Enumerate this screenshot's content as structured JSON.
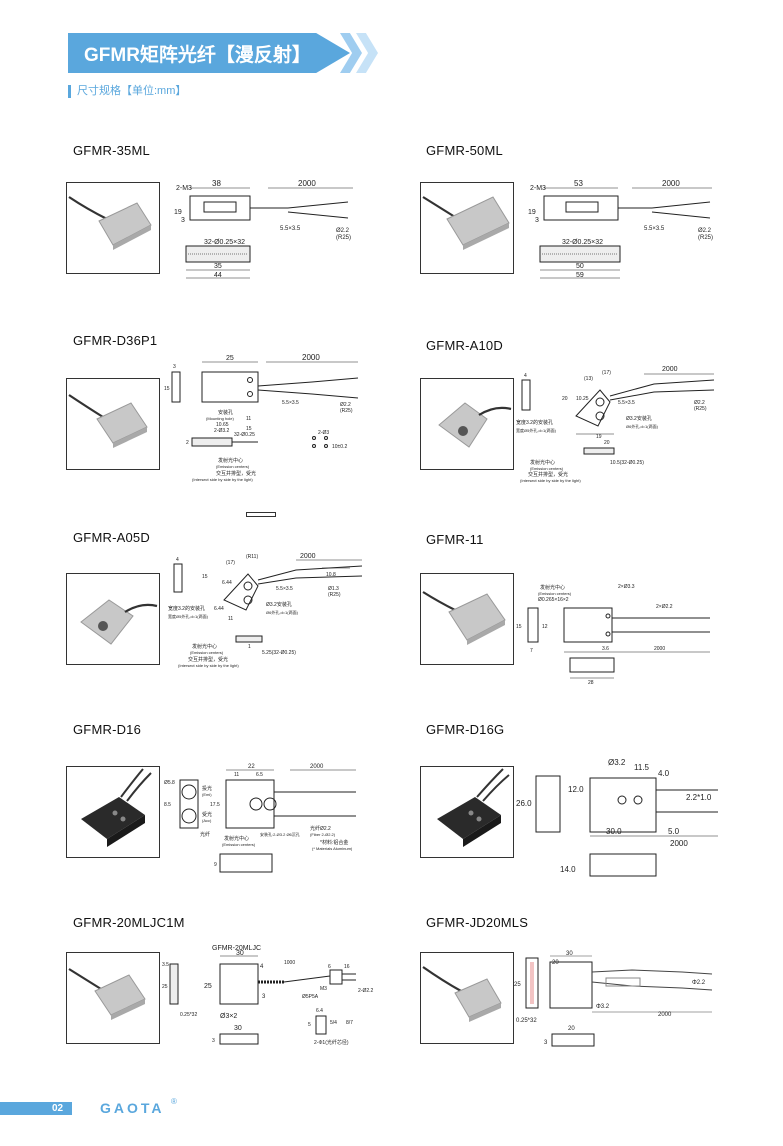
{
  "header": {
    "title": "GFMR矩阵光纤【漫反射】",
    "subtitle": "尺寸规格【单位:mm】"
  },
  "products": [
    {
      "model": "GFMR-35ML",
      "dims": [
        "38",
        "2000",
        "19",
        "3",
        "2-M3",
        "5.5×3.5",
        "Ø2.2",
        "(R25)",
        "32-Ø0.25×32",
        "35",
        "44"
      ]
    },
    {
      "model": "GFMR-50ML",
      "dims": [
        "53",
        "2000",
        "19",
        "3",
        "2-M3",
        "5.5×3.5",
        "Ø2.2",
        "(R25)",
        "32-Ø0.25×32",
        "50",
        "59"
      ]
    },
    {
      "model": "GFMR-D36P1",
      "dims": [
        "25",
        "2000",
        "3",
        "15",
        "5.5×3.5",
        "Ø2.2",
        "(R25)",
        "安装孔",
        "(Mounting hole)",
        "10.65",
        "2-Ø3.2",
        "32-Ø0.25",
        "11",
        "15",
        "2",
        "发射光中心",
        "(Emission centers)",
        "交互并排型，受光",
        "(Intersect side by side by the light)",
        "2-Ø3",
        "10±0.2"
      ]
    },
    {
      "model": "GFMR-A10D",
      "dims": [
        "2000",
        "4",
        "(13)",
        "(17)",
        "10.25",
        "20",
        "5.5×3.5",
        "Ø2.2",
        "(R25)",
        "宽度3.2的安装孔",
        "宽度Ø5外孔,d=1(两面)",
        "Ø3.2安装孔",
        "Ø6外孔,d=1(两面)",
        "19",
        "20",
        "发射光中心",
        "(Emission centers)",
        "交互并排型，受光",
        "(Intersect side by side by the light)",
        "10.5(32-Ø0.25)"
      ]
    },
    {
      "model": "GFMR-A05D",
      "dims": [
        "2000",
        "10.8",
        "Ø1.3",
        "(R25)",
        "4",
        "15",
        "6.44",
        "5.5×3.5",
        "(17)",
        "(R11)",
        "宽度3.2的安装孔",
        "宽度Ø5外孔,d=1(两面)",
        "Ø3.2安装孔",
        "Ø6外孔,d=1(两面)",
        "11",
        "6.44",
        "发射光中心",
        "(Emission centers)",
        "交互并排型，受光",
        "(Intersect side by side by the light)",
        "1",
        "5.25(32-Ø0.25)"
      ]
    },
    {
      "model": "GFMR-11",
      "dims": [
        "发射光中心",
        "(Emission centers)",
        "Ø0.265×16×2",
        "2×Ø3.3",
        "2×Ø2.2",
        "15",
        "12",
        "7",
        "3.6",
        "2000",
        "28"
      ]
    },
    {
      "model": "GFMR-D16",
      "dims": [
        "2000",
        "22",
        "6.5",
        "11",
        "Ø5.8",
        "投光",
        "(Emi)",
        "受光",
        "(Acc)",
        "8.5",
        "17.5",
        "光纤",
        "安装孔:2-Ø3.2 Ø6沉孔",
        "光纤Ø2.2",
        "(Fiber 2-Ø2.2)",
        "发射光中心",
        "(Emission centers)",
        "*材料:铝合金",
        "(* Materials Aluminum)",
        "9"
      ]
    },
    {
      "model": "GFMR-D16G",
      "dims": [
        "Ø3.2",
        "11.5",
        "4.0",
        "12.0",
        "2.2*1.0",
        "26.0",
        "30.0",
        "5.0",
        "2000",
        "14.0"
      ]
    },
    {
      "model": "GFMR-20MLJC1M",
      "dims": [
        "GFMR-20MLJC",
        "30",
        "1000",
        "4",
        "25",
        "3.5",
        "25",
        "0.25*32",
        "Ø3×2",
        "3",
        "6",
        "16",
        "2-Ø2.2",
        "M3",
        "Ø5P5A",
        "6.4",
        "5",
        "5/4",
        "8/7",
        "2-Φ1(光纤芯径)",
        "30",
        "3"
      ]
    },
    {
      "model": "GFMR-JD20MLS",
      "dims": [
        "30",
        "20",
        "2000",
        "25",
        "Φ2.2",
        "Φ3.2",
        "0.25*32",
        "20",
        "3"
      ]
    }
  ],
  "footer": {
    "page_number": "02",
    "brand": "GAOTA",
    "registered_mark": "®"
  }
}
